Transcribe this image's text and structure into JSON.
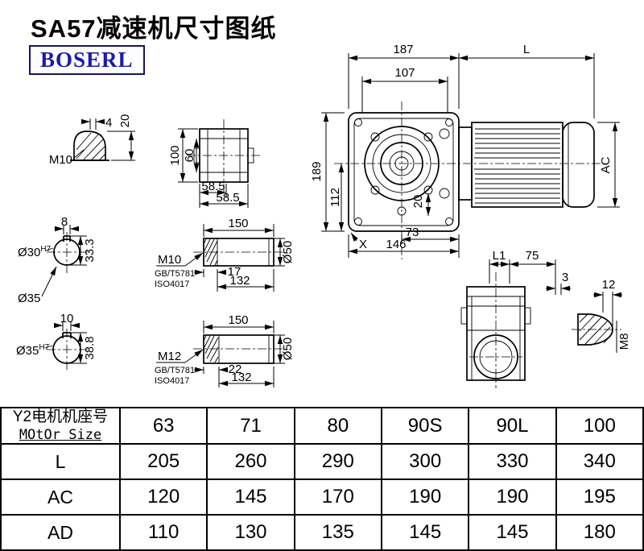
{
  "header": {
    "title": "SA57减速机尺寸图纸",
    "logo": "BOSERL"
  },
  "drawing": {
    "main_view": {
      "dim_187": "187",
      "dim_L": "L",
      "dim_107": "107",
      "dim_189": "189",
      "dim_112": "112",
      "dim_20": "20",
      "dim_73": "73",
      "dim_146": "146",
      "label_X": "X",
      "dim_AC": "AC"
    },
    "shaft_end_view": {
      "dim_4": "4",
      "dim_20": "20",
      "thread": "M10"
    },
    "flange_view": {
      "dim_100": "100",
      "dim_60": "60",
      "dim_58_5_a": "58.5",
      "dim_58_5_b": "58.5"
    },
    "input_shaft": {
      "dim_8": "8",
      "dia_30": "Ø30",
      "tol_30": "H7",
      "dim_33_3": "33.3",
      "dia_35": "Ø35",
      "dim_150": "150",
      "thread": "M10",
      "std_1": "GB/T5781",
      "std_2": "ISO4017",
      "dim_17": "17",
      "dim_132": "132",
      "dia_50": "Ø50"
    },
    "output_shaft": {
      "dim_10": "10",
      "dia_35": "Ø35",
      "tol_35": "H7",
      "dim_38_8": "38.8",
      "dim_150": "150",
      "thread": "M12",
      "std_1": "GB/T5781",
      "std_2": "ISO4017",
      "dim_22": "22",
      "dim_132": "132",
      "dia_50": "Ø50"
    },
    "side_view": {
      "dim_L1": "L1",
      "dim_75": "75",
      "dim_3": "3",
      "dim_12": "12",
      "thread_M8": "M8"
    }
  },
  "table": {
    "header_cn": "Y2电机机座号",
    "header_en": "MOtOr Size",
    "motor_sizes": [
      "63",
      "71",
      "80",
      "90S",
      "90L",
      "100"
    ],
    "rows": [
      {
        "label": "L",
        "values": [
          "205",
          "260",
          "290",
          "300",
          "330",
          "340"
        ]
      },
      {
        "label": "AC",
        "values": [
          "120",
          "145",
          "170",
          "190",
          "190",
          "195"
        ]
      },
      {
        "label": "AD",
        "values": [
          "110",
          "130",
          "135",
          "145",
          "145",
          "180"
        ]
      }
    ]
  }
}
